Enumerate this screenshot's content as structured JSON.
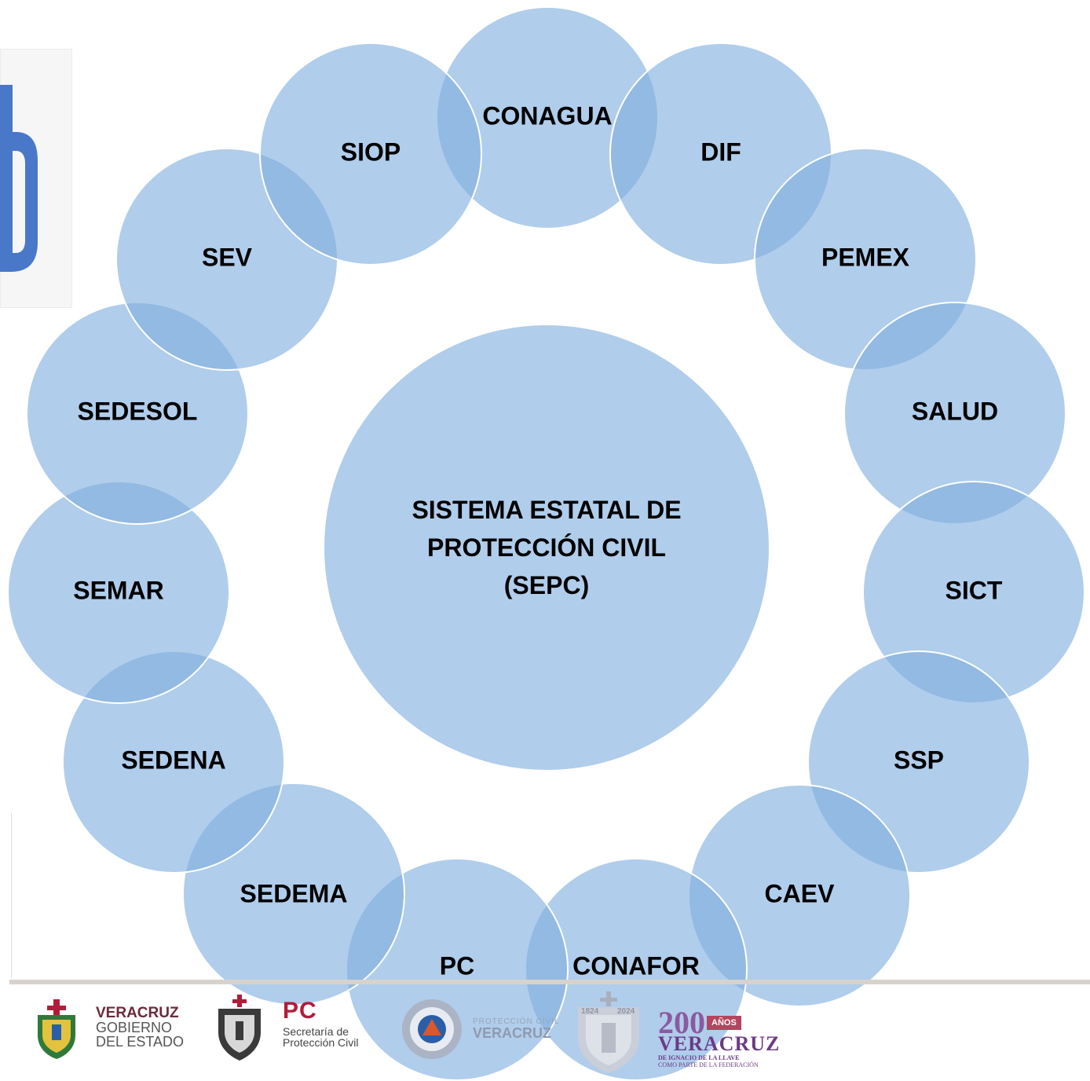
{
  "diagram": {
    "center": {
      "lines": [
        "SISTEMA ESTATAL DE",
        "PROTECCIÓN CIVIL",
        "(SEPC)"
      ]
    },
    "nodes": [
      {
        "label": "CONAGUA"
      },
      {
        "label": "DIF"
      },
      {
        "label": "PEMEX"
      },
      {
        "label": "SALUD"
      },
      {
        "label": "SICT"
      },
      {
        "label": "SSP"
      },
      {
        "label": "CAEV"
      },
      {
        "label": "CONAFOR"
      },
      {
        "label": "PC"
      },
      {
        "label": "SEDEMA"
      },
      {
        "label": "SEDENA"
      },
      {
        "label": "SEMAR"
      },
      {
        "label": "SEDESOL"
      },
      {
        "label": "SEV"
      },
      {
        "label": "SIOP"
      }
    ]
  },
  "footer": {
    "veracruz": {
      "title": "VERACRUZ",
      "line1": "GOBIERNO",
      "line2": "DEL ESTADO"
    },
    "pc": {
      "title": "PC",
      "line1": "Secretaría de",
      "line2": "Protección Civil"
    },
    "pc_veracruz": {
      "small": "PROTECCIÓN CIVIL",
      "big": "VERACRUZ"
    },
    "seal_years": {
      "left": "1824",
      "right": "2024"
    },
    "anniversary": {
      "number": "200",
      "badge": "AÑOS",
      "title": "VERACRUZ",
      "sub1": "DE IGNACIO DE LA LLAVE",
      "sub2": "COMO PARTE DE LA FEDERACIÓN"
    }
  },
  "colors": {
    "circle_fill": "#80afde",
    "circle_stroke": "#ffffff",
    "left_mark": "#4a78c8",
    "footer_rule": "#d7d3cc"
  }
}
